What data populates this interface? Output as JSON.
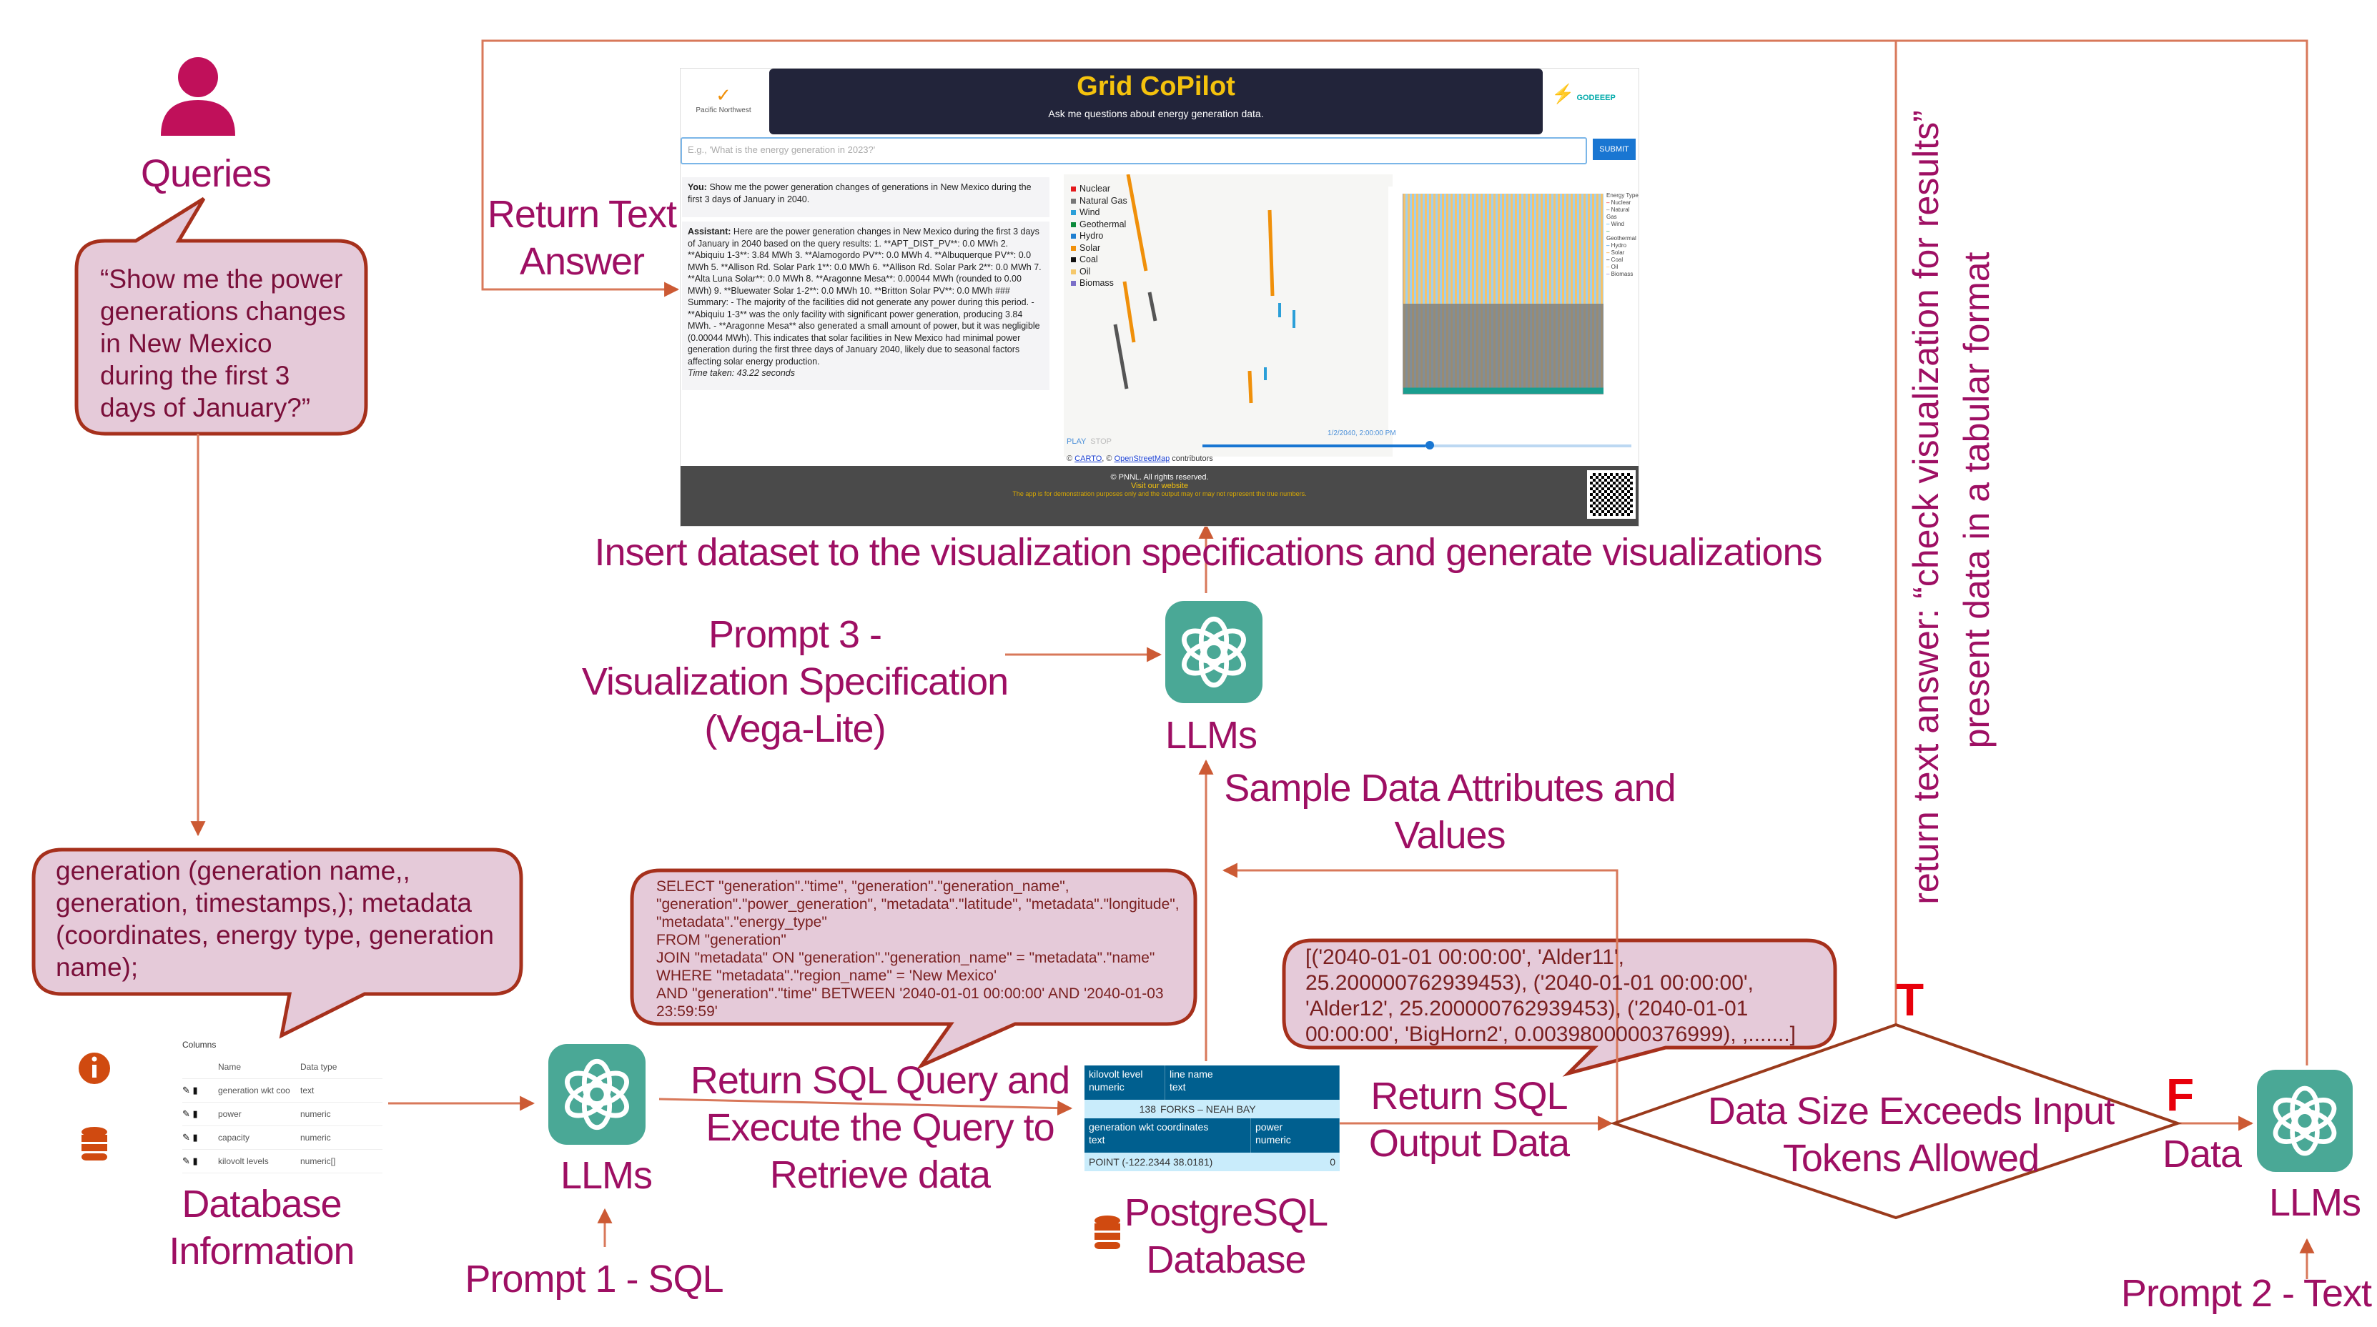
{
  "colors": {
    "text": "#9e0f63",
    "callout_fill": "#e5cad9",
    "callout_border": "#a6301c",
    "arrow": "#cc5a34",
    "llm": "#4aa896",
    "tf": "#e8000b"
  },
  "queries": {
    "label": "Queries",
    "icon": "person-icon",
    "callout": "“Show me the power generations changes in New Mexico during the first 3 days of January?”"
  },
  "schema_callout": "generation (generation name,, generation, timestamps,); metadata (coordinates, energy type, generation name);",
  "db_info": {
    "label": "Database Information",
    "icons": [
      "info-icon",
      "database-icon"
    ],
    "columns_title": "Columns",
    "headers": [
      "Name",
      "Data type"
    ],
    "rows": [
      {
        "name": "generation wkt coo",
        "type": "text"
      },
      {
        "name": "power",
        "type": "numeric"
      },
      {
        "name": "capacity",
        "type": "numeric"
      },
      {
        "name": "kilovolt levels",
        "type": "numeric[]"
      }
    ]
  },
  "llm_label": "LLMs",
  "prompt1": "Prompt 1 - SQL",
  "prompt2": "Prompt 2 - Text",
  "prompt3": "Prompt 3 -\nVisualization Specification\n(Vega-Lite)",
  "sql_step": "Return SQL Query and\nExecute the Query to\nRetrieve data",
  "sql_query": "SELECT \"generation\".\"time\", \"generation\".\"generation_name\",\n\"generation\".\"power_generation\", \"metadata\".\"latitude\", \"metadata\".\"longitude\",\n\"metadata\".\"energy_type\"\nFROM \"generation\"\nJOIN \"metadata\" ON \"generation\".\"generation_name\" = \"metadata\".\"name\"\nWHERE \"metadata\".\"region_name\" = 'New Mexico'\nAND \"generation\".\"time\" BETWEEN '2040-01-01 00:00:00' AND '2040-01-03\n23:59:59'",
  "pg_table": {
    "headers1": [
      {
        "name": "kilovolt level",
        "type": "numeric"
      },
      {
        "name": "line name",
        "type": "text"
      }
    ],
    "row1": [
      "138",
      "FORKS – NEAH BAY"
    ],
    "headers2": [
      {
        "name": "generation wkt coordinates",
        "type": "text"
      },
      {
        "name": "power",
        "type": "numeric"
      }
    ],
    "row2": [
      "POINT (-122.2344 38.0181)",
      "0"
    ]
  },
  "pg_label": "PostgreSQL\nDatabase",
  "output_step": "Return SQL\nOutput Data",
  "output_data": "[('2040-01-01 00:00:00', 'Alder11',\n25.200000762939453), ('2040-01-01 00:00:00',\n'Alder12', 25.200000762939453), ('2040-01-01\n00:00:00', 'BigHorn2', 0.0039800000376999), ,.......]",
  "decision": "Data Size Exceeds Input\nTokens Allowed",
  "true_label": "T",
  "false_label": "F",
  "data_label": "Data",
  "sample_step": "Sample Data Attributes and\nValues",
  "insert_step": "Insert dataset to the visualization specifications and generate visualizations",
  "return_text": "Return Text\nAnswer",
  "vertical_note": [
    "return text answer: “check visualization for results”",
    "present data in a tabular format"
  ],
  "app": {
    "org_left": "Pacific Northwest",
    "org_right": "GODEEEP",
    "title": "Grid CoPilot",
    "subtitle": "Ask me questions about energy generation data.",
    "input_placeholder": "E.g., 'What is the energy generation in 2023?'",
    "submit": "SUBMIT",
    "you_label": "You:",
    "you_text": " Show me the power generation changes of generations in New Mexico during the first 3 days of January in 2040.",
    "assistant_label": "Assistant:",
    "assistant_text": " Here are the power generation changes in New Mexico during the first 3 days of January in 2040 based on the query results: 1. **APT_DIST_PV**: 0.0 MWh 2. **Abiquiu 1-3**: 3.84 MWh 3. **Alamogordo PV**: 0.0 MWh 4. **Albuquerque PV**: 0.0 MWh 5. **Allison Rd. Solar Park 1**: 0.0 MWh 6. **Allison Rd. Solar Park 2**: 0.0 MWh 7. **Alta Luna Solar**: 0.0 MWh 8. **Aragonne Mesa**: 0.00044 MWh (rounded to 0.00 MWh) 9. **Bluewater Solar 1-2**: 0.0 MWh 10. **Britton Solar PV**: 0.0 MWh ### Summary: - The majority of the facilities did not generate any power during this period. - **Abiquiu 1-3** was the only facility with significant power generation, producing 3.84 MWh. - **Aragonne Mesa** also generated a small amount of power, but it was negligible (0.00044 MWh). This indicates that solar facilities in New Mexico had minimal power generation during the first three days of January 2040, likely due to seasonal factors affecting solar energy production.",
    "time_taken": "Time taken: 43.22 seconds",
    "legend": [
      {
        "label": "Nuclear",
        "color": "#e41a1c"
      },
      {
        "label": "Natural Gas",
        "color": "#777777"
      },
      {
        "label": "Wind",
        "color": "#2b9fd8"
      },
      {
        "label": "Geothermal",
        "color": "#0b8a3a"
      },
      {
        "label": "Hydro",
        "color": "#1f7fd0"
      },
      {
        "label": "Solar",
        "color": "#f0900a"
      },
      {
        "label": "Coal",
        "color": "#111111"
      },
      {
        "label": "Oil",
        "color": "#f5c86a"
      },
      {
        "label": "Biomass",
        "color": "#7b6fc8"
      }
    ],
    "chart_legend_title": "Energy Type",
    "play": "PLAY",
    "stop": "STOP",
    "slider_time": "1/2/2040, 2:00:00 PM",
    "slider_progress": 0.52,
    "attr_carto": "CARTO",
    "attr_osm": "OpenStreetMap",
    "attr_suffix": "contributors",
    "footer_copy": "© PNNL. All rights reserved.",
    "footer_link": "Visit our website",
    "footer_note": "The app is for demonstration purposes only and the output may or may not represent the true numbers."
  }
}
